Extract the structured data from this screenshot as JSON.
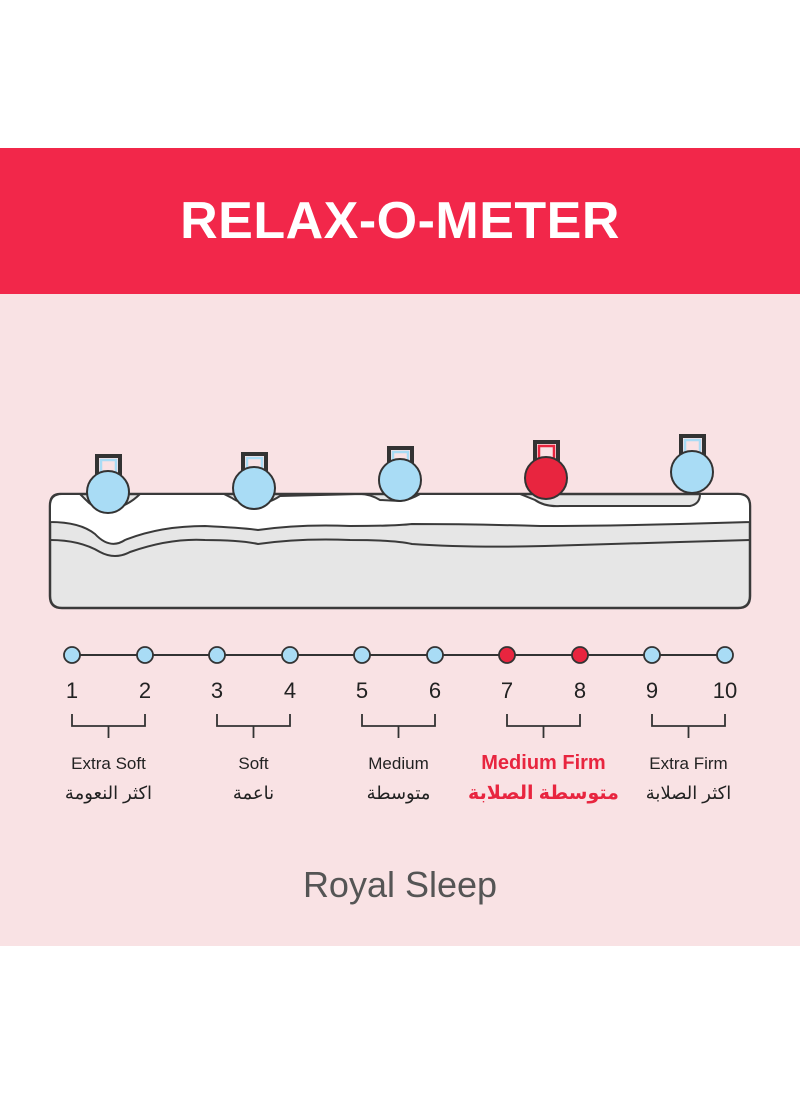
{
  "title": "RELAX-O-METER",
  "brand": "Royal Sleep",
  "colors": {
    "header": "#f2274a",
    "panel": "#f9e2e4",
    "soft_dot": "#a9dcf5",
    "active": "#e8253f",
    "outline": "#333333"
  },
  "scale": {
    "numbers": [
      "1",
      "2",
      "3",
      "4",
      "5",
      "6",
      "7",
      "8",
      "9",
      "10"
    ],
    "selected_group": 3,
    "groups": [
      {
        "en": "Extra Soft",
        "ar": "اكثر النعومة"
      },
      {
        "en": "Soft",
        "ar": "ناعمة"
      },
      {
        "en": "Medium",
        "ar": "متوسطة"
      },
      {
        "en": "Medium Firm",
        "ar": "متوسطة الصلابة"
      },
      {
        "en": "Extra Firm",
        "ar": "اكثر الصلابة"
      }
    ]
  },
  "weights": {
    "icon": "kettlebell-icon",
    "count": 5
  }
}
